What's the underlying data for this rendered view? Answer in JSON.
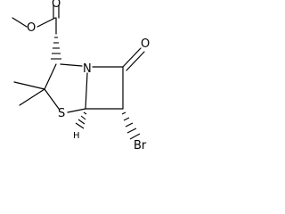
{
  "molecule": {
    "atoms": {
      "ester_o_single": "O",
      "carbonyl_o_ester": "O",
      "nitrogen": "N",
      "sulfur": "S",
      "lactam_o": "O",
      "bromine": "Br",
      "bridgehead_h": "H"
    }
  },
  "style": {
    "line_color": "#000000",
    "background": "#ffffff"
  }
}
